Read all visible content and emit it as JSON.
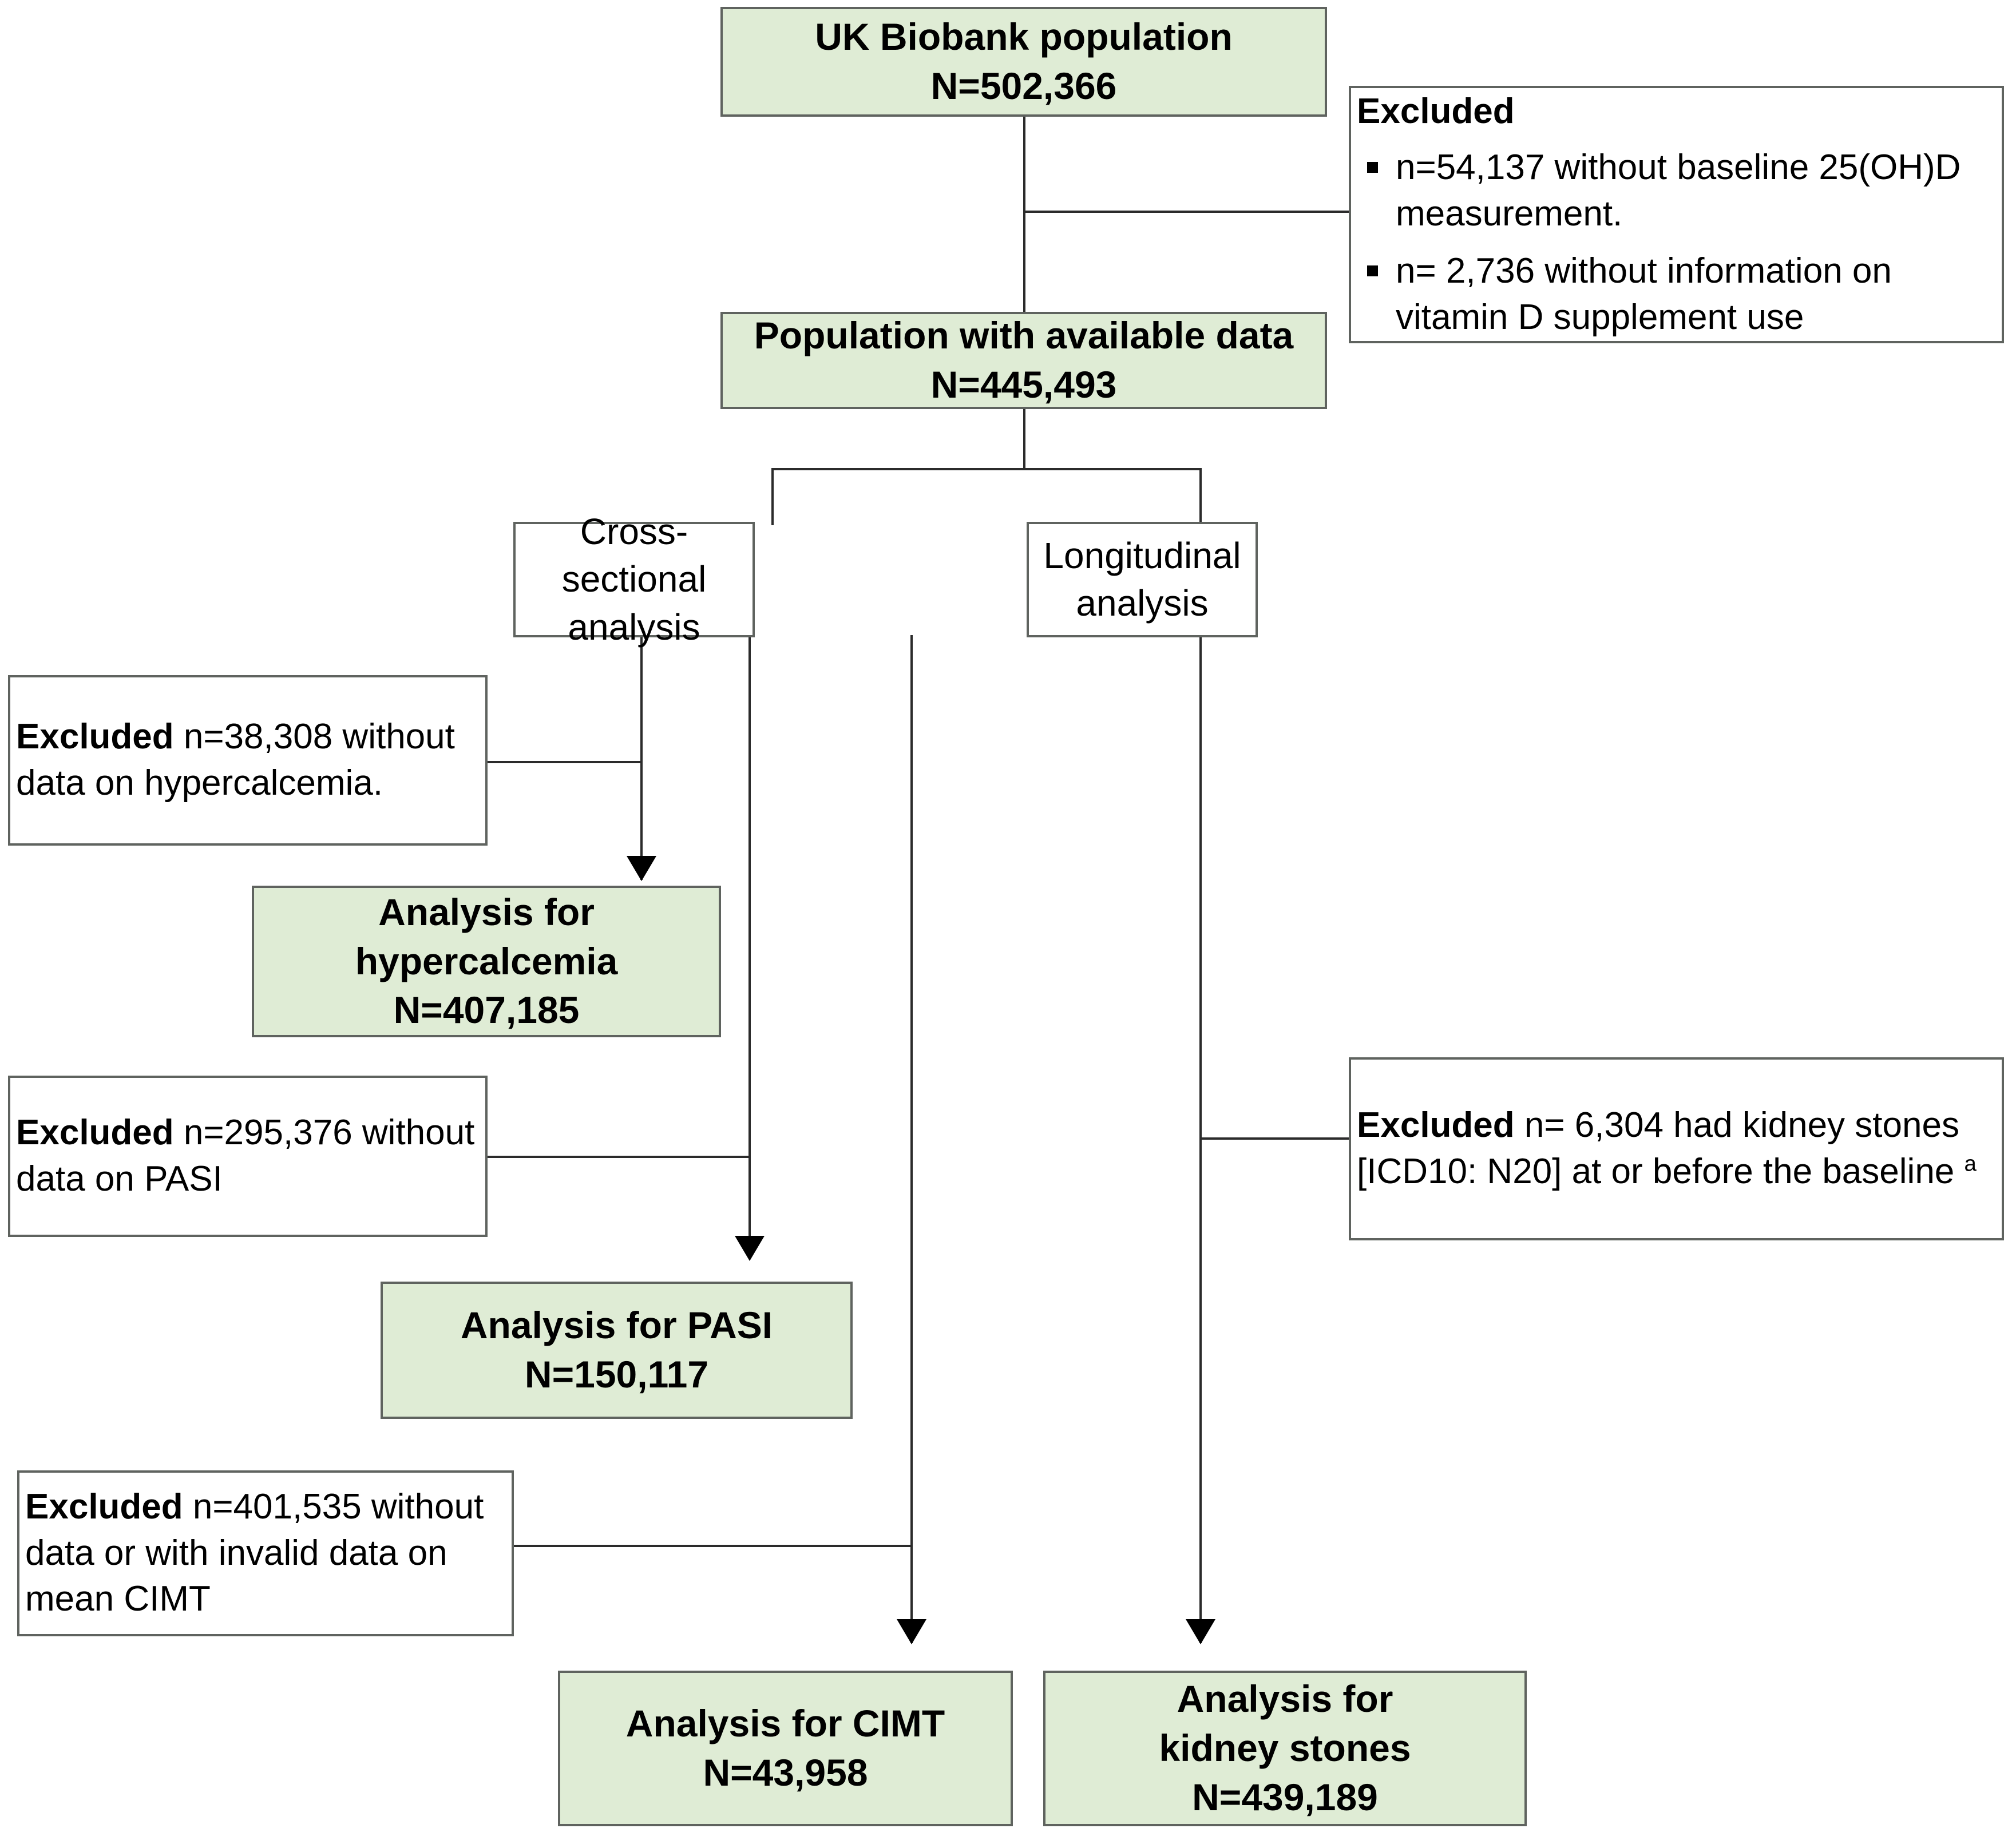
{
  "figure": {
    "type": "flow-diagram",
    "title": "Study population flow diagram",
    "colors": {
      "node_fill_green": "#dfecd5",
      "node_fill_white": "#ffffff",
      "node_border": "#5f635f",
      "connector": "#2b2b2b"
    }
  },
  "nodes": {
    "source_population": {
      "line1": "UK Biobank population",
      "line2": "N=502,366"
    },
    "excluded_baseline": {
      "heading": "Excluded",
      "bullets": [
        "n=54,137 without baseline 25(OH)D measurement.",
        "n= 2,736 without information on vitamin D supplement use"
      ]
    },
    "available_population": {
      "line1": "Population with available data",
      "line2": "N=445,493"
    },
    "cross_sectional": {
      "line1": "Cross-sectional",
      "line2": "analysis"
    },
    "longitudinal": {
      "line1": "Longitudinal",
      "line2": "analysis"
    },
    "excluded_hypercalcemia": {
      "bold": "Excluded",
      "rest": " n=38,308 without data on hypercalcemia."
    },
    "analysis_hypercalcemia": {
      "line1": "Analysis for",
      "line2": "hypercalcemia",
      "line3": "N=407,185"
    },
    "excluded_pasi": {
      "bold": "Excluded",
      "rest": " n=295,376 without data on PASI"
    },
    "excluded_kidney_stones": {
      "bold": "Excluded",
      "rest": " n= 6,304 had kidney stones [ICD10: N20] at or before the baseline ",
      "footnote_marker": "a"
    },
    "analysis_pasi": {
      "line1": "Analysis for PASI",
      "line2": "N=150,117"
    },
    "excluded_cimt": {
      "bold": "Excluded",
      "rest": " n=401,535 without data or with invalid data on mean CIMT"
    },
    "analysis_cimt": {
      "line1": "Analysis for CIMT",
      "line2": "N=43,958"
    },
    "analysis_kidney_stones": {
      "line1": "Analysis for",
      "line2": "kidney stones",
      "line3": "N=439,189"
    }
  }
}
